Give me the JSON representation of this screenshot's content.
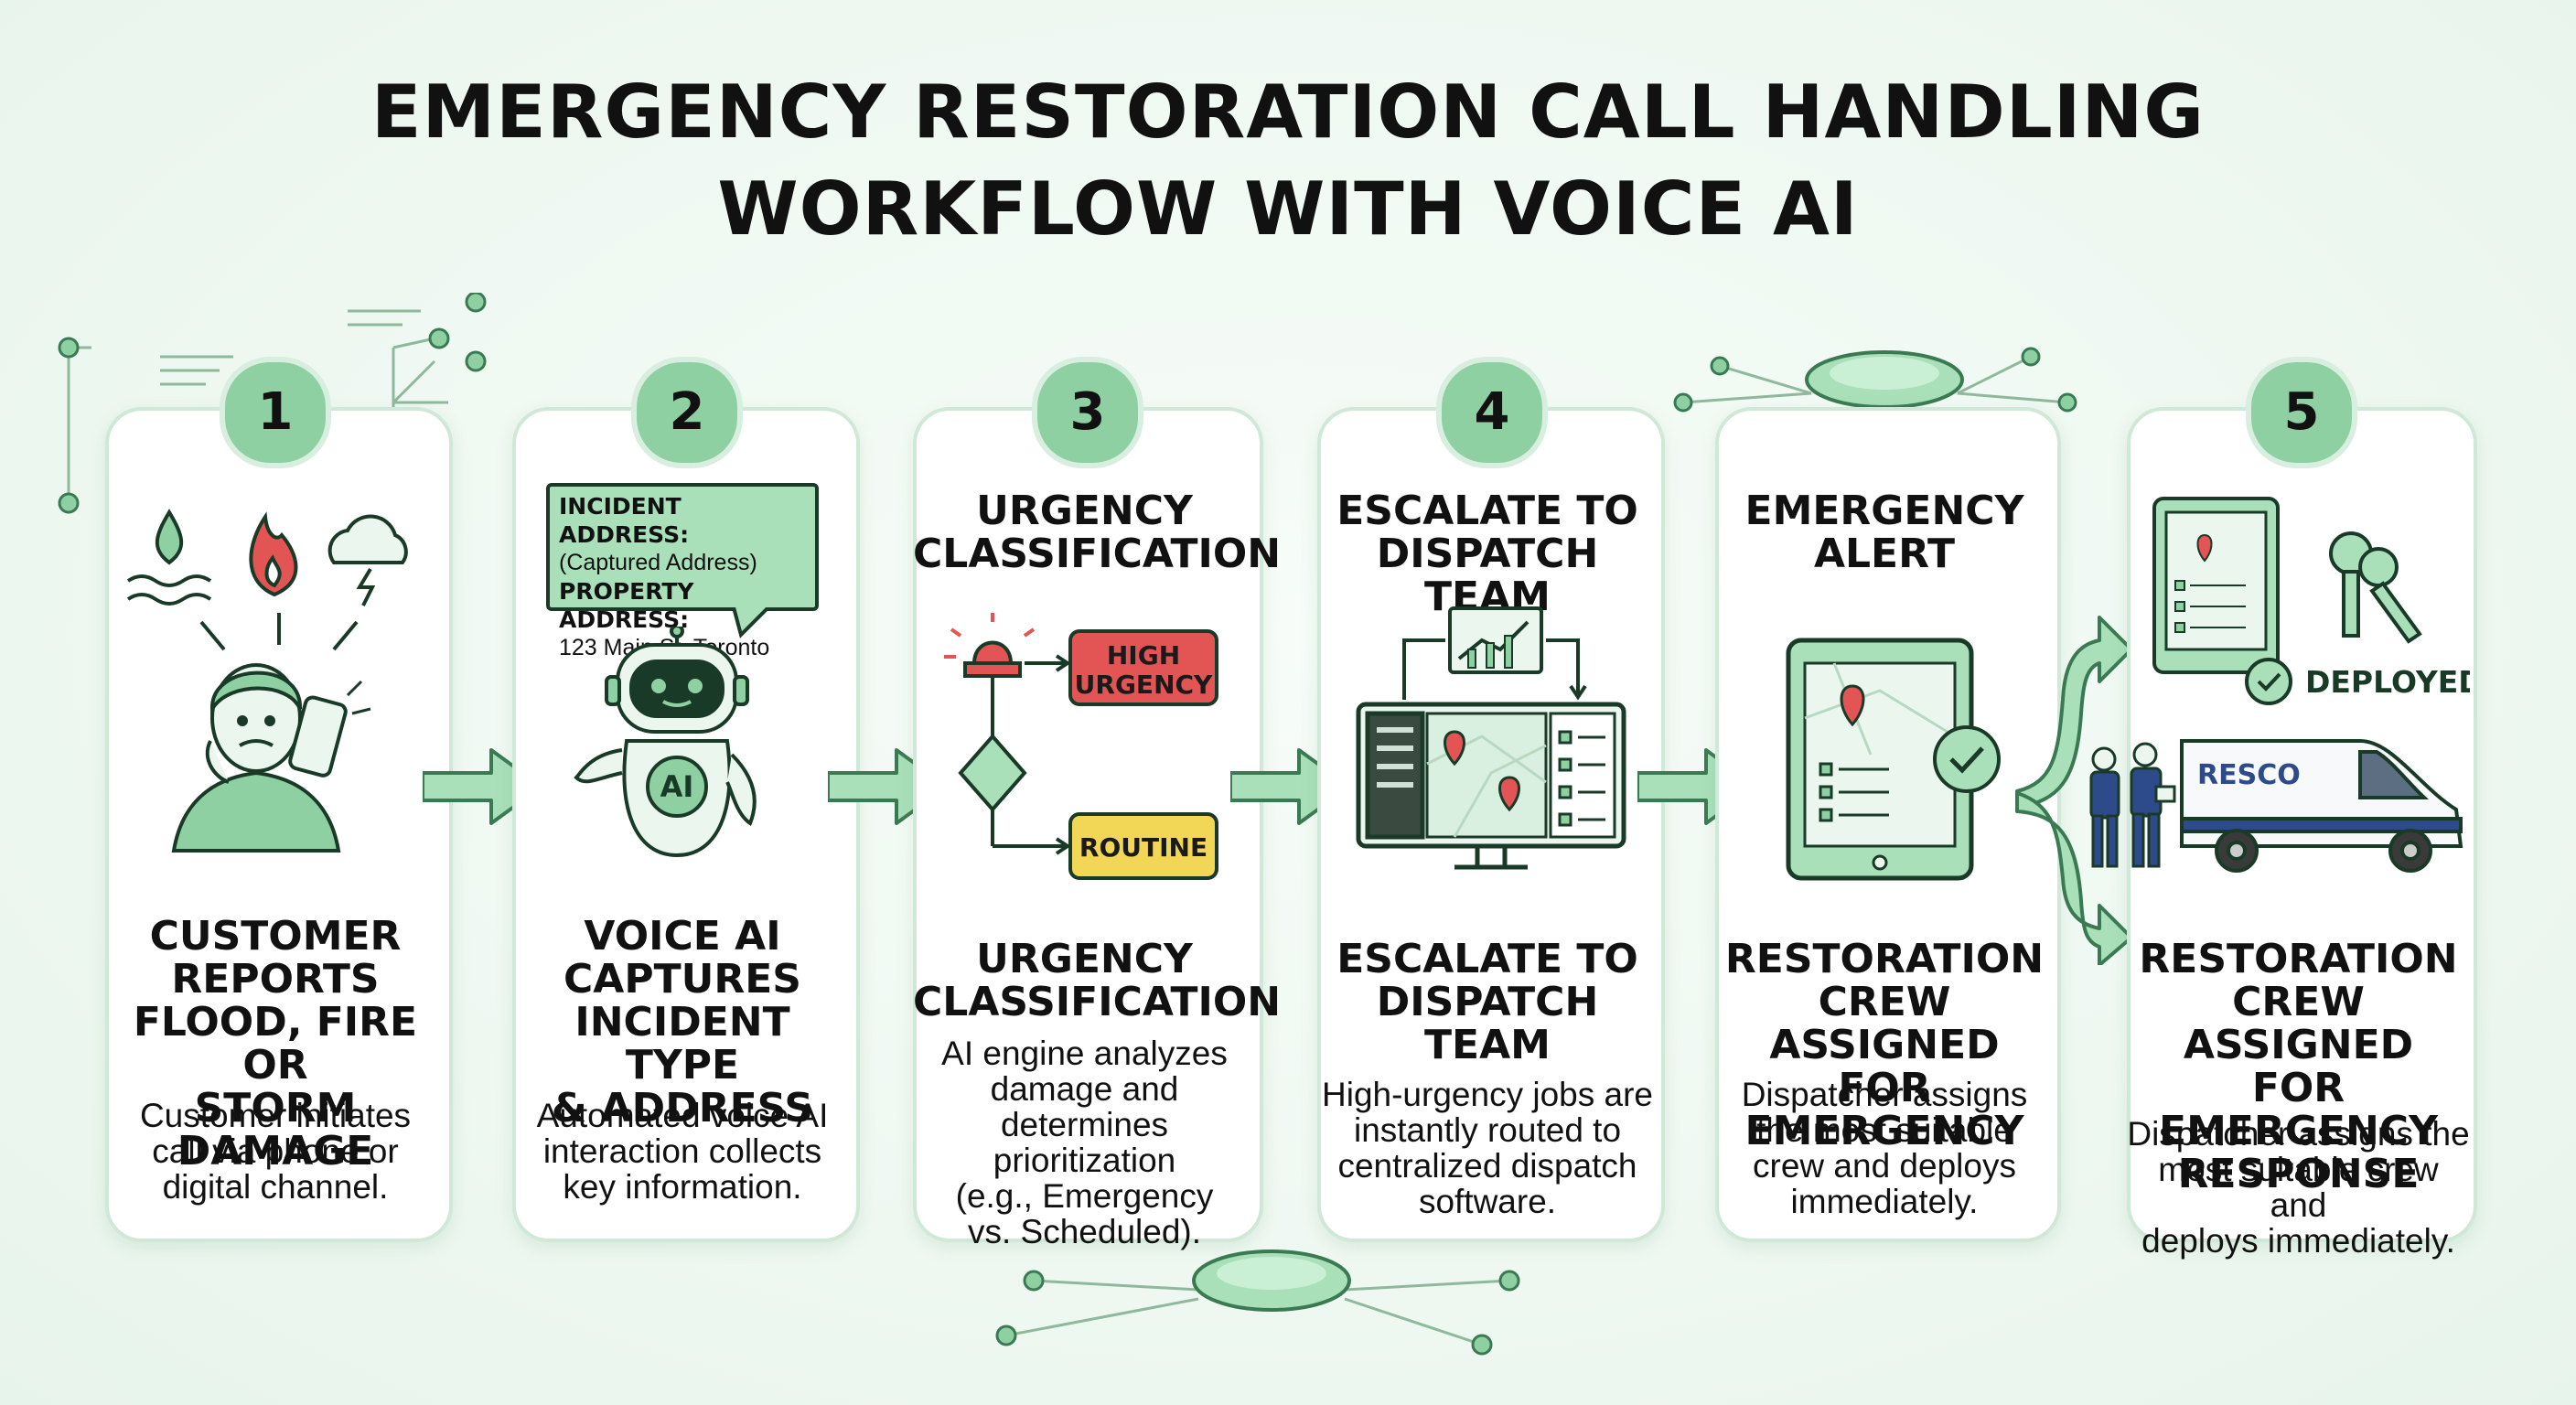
{
  "title_line1": "EMERGENCY RESTORATION CALL HANDLING",
  "title_line2": "WORKFLOW WITH VOICE AI",
  "colors": {
    "accent": "#8fd0a3",
    "line": "#3a7a52",
    "high": "#e35454",
    "routine": "#f2d655",
    "border": "#cfe8d7"
  },
  "steps": [
    {
      "number": "1",
      "heading": [
        "CUSTOMER",
        "REPORTS",
        "FLOOD, FIRE OR",
        "STORM DAMAGE"
      ],
      "description": [
        "Customer initiates",
        "call via phone or",
        "digital channel."
      ],
      "icons": [
        "water-drop-icon",
        "fire-icon",
        "storm-cloud-icon",
        "person-with-phone-icon"
      ]
    },
    {
      "number": "2",
      "bubble": [
        "INCIDENT ADDRESS:",
        "(Captured Address)",
        "PROPERTY ADDRESS:",
        "123 Main St, Toronto"
      ],
      "robot_label": "AI",
      "heading": [
        "VOICE AI",
        "CAPTURES",
        "INCIDENT TYPE",
        "& ADDRESS"
      ],
      "description": [
        "Automated voice AI",
        "interaction collects",
        "key information."
      ]
    },
    {
      "number": "3",
      "top_heading": [
        "URGENCY",
        "CLASSIFICATION"
      ],
      "high_label": [
        "HIGH",
        "URGENCY"
      ],
      "routine_label": "ROUTINE",
      "heading": [
        "URGENCY",
        "CLASSIFICATION"
      ],
      "description": [
        "AI engine analyzes",
        "damage and",
        "determines prioritization",
        "(e.g., Emergency",
        "vs. Scheduled)."
      ]
    },
    {
      "number": "4",
      "top_heading": [
        "ESCALATE TO",
        "DISPATCH TEAM"
      ],
      "heading": [
        "ESCALATE TO",
        "DISPATCH",
        "TEAM"
      ],
      "description": [
        "High-urgency jobs are",
        "instantly routed to",
        "centralized dispatch",
        "software."
      ]
    },
    {
      "number": "",
      "top_heading": [
        "EMERGENCY",
        "ALERT"
      ],
      "heading": [
        "RESTORATION",
        "CREW ASSIGNED",
        "FOR EMERGENCY"
      ],
      "description": [
        "Dispatcher assigns",
        "the most suitable",
        "crew and deploys",
        "immediately."
      ]
    },
    {
      "number": "5",
      "deployed_label": "DEPLOYED",
      "van_brand": "RESCO",
      "heading": [
        "RESTORATION",
        "CREW ASSIGNED",
        "FOR EMERGENCY",
        "RESPONSE"
      ],
      "description": [
        "Dispatcher assigns the",
        "most suitable crew and",
        "deploys immediately."
      ]
    }
  ]
}
